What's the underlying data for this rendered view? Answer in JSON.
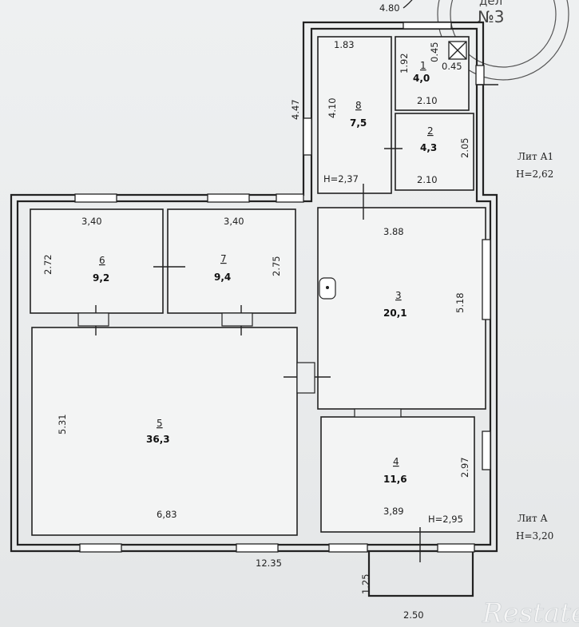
{
  "top_dimension": "4.80",
  "stamp": {
    "number": "№3",
    "fragment": "дел"
  },
  "rooms": [
    {
      "id": "1",
      "area": "4,0"
    },
    {
      "id": "2",
      "area": "4,3"
    },
    {
      "id": "3",
      "area": "20,1"
    },
    {
      "id": "4",
      "area": "11,6"
    },
    {
      "id": "5",
      "area": "36,3"
    },
    {
      "id": "6",
      "area": "9,2"
    },
    {
      "id": "7",
      "area": "9,4"
    },
    {
      "id": "8",
      "area": "7,5"
    }
  ],
  "dimensions": {
    "r1_width_top": "0.45",
    "r1_width_bottom": "0.45",
    "r1_height": "1.92",
    "r1_bottom": "2.10",
    "r2_bottom": "2.10",
    "r2_height": "2.05",
    "r8_top": "1.83",
    "r8_height": "4.10",
    "annex_height": "4.47",
    "r6_width": "3,40",
    "r6_height": "2.72",
    "r7_width": "3,40",
    "r7_height": "2.75",
    "r3_width": "3.88",
    "r3_height": "5.18",
    "r4_width": "3,89",
    "r4_height": "2.97",
    "r5_width": "6,83",
    "r5_height": "5.31",
    "overall_width": "12.35",
    "porch_depth": "1.25",
    "porch_width": "2.50",
    "annex_ceiling": "H=2,37",
    "r4_ceiling": "H=2,95"
  },
  "lit_a1": {
    "title": "Лит А1",
    "height": "H=2,62"
  },
  "lit_a": {
    "title": "Лит А",
    "height": "H=3,20"
  },
  "watermark": "Restate"
}
